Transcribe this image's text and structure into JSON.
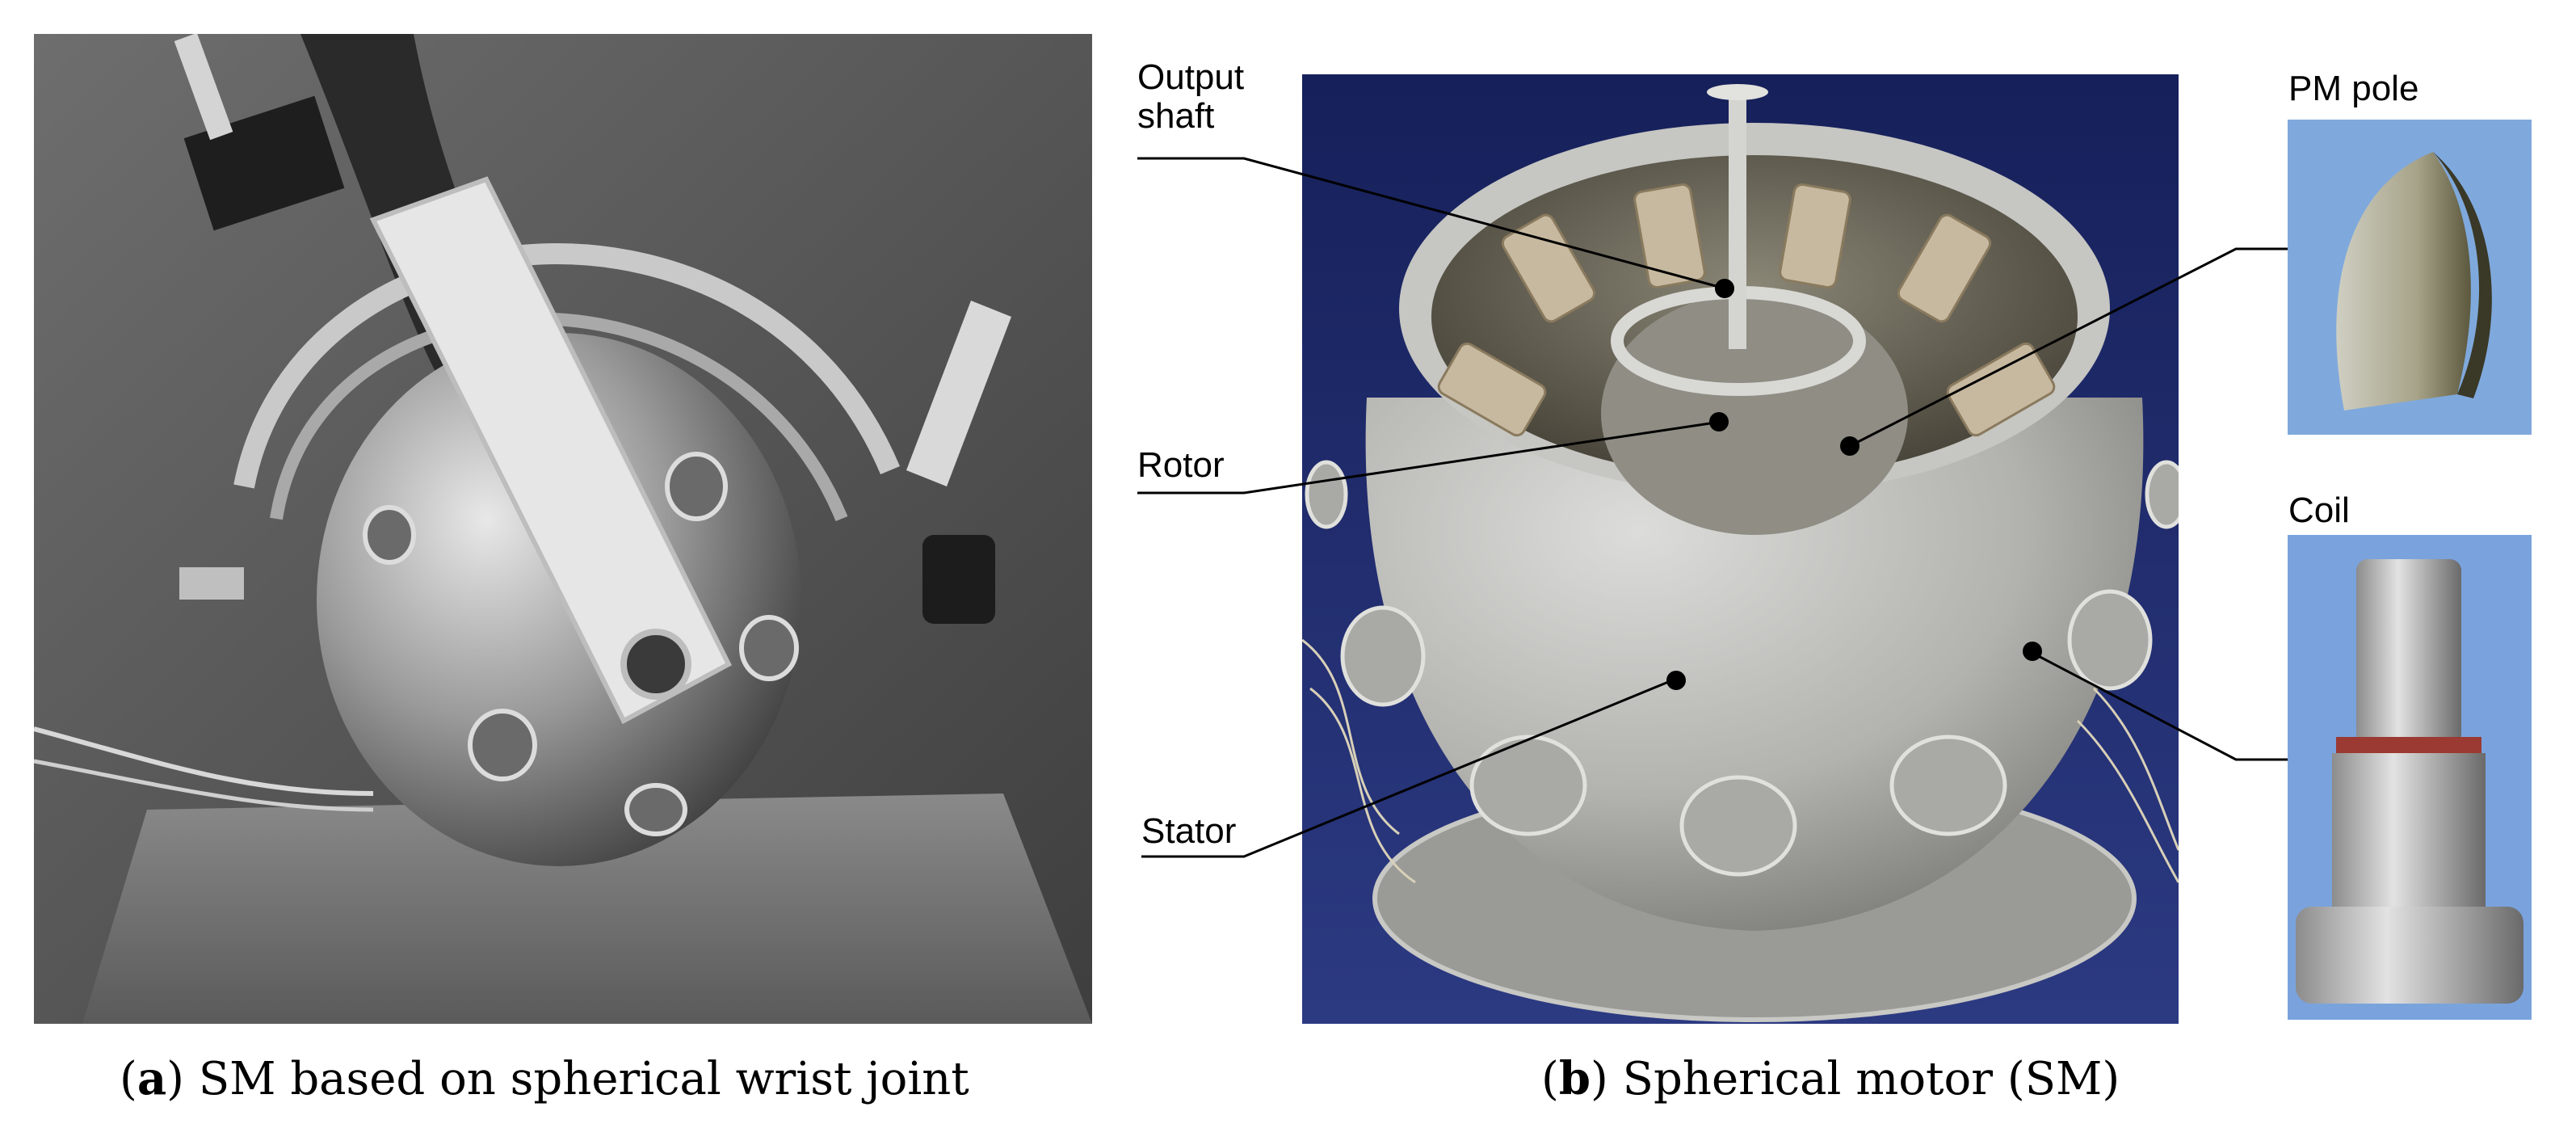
{
  "labels": {
    "output_shaft": "Output\nshaft",
    "rotor": "Rotor",
    "stator": "Stator",
    "pm_pole": "PM pole",
    "coil": "Coil"
  },
  "captions": {
    "a": {
      "open": "(",
      "letter": "a",
      "close": ")",
      "text": " SM  based on spherical wrist joint"
    },
    "b": {
      "open": "(",
      "letter": "b",
      "close": ")",
      "text": " Spherical motor (SM)"
    }
  },
  "colors": {
    "stator_metal": "#b9b9b6",
    "background_blue": "#1d2a6b",
    "pm_background": "#7fa9dc",
    "coil_background": "#7aa3de"
  }
}
